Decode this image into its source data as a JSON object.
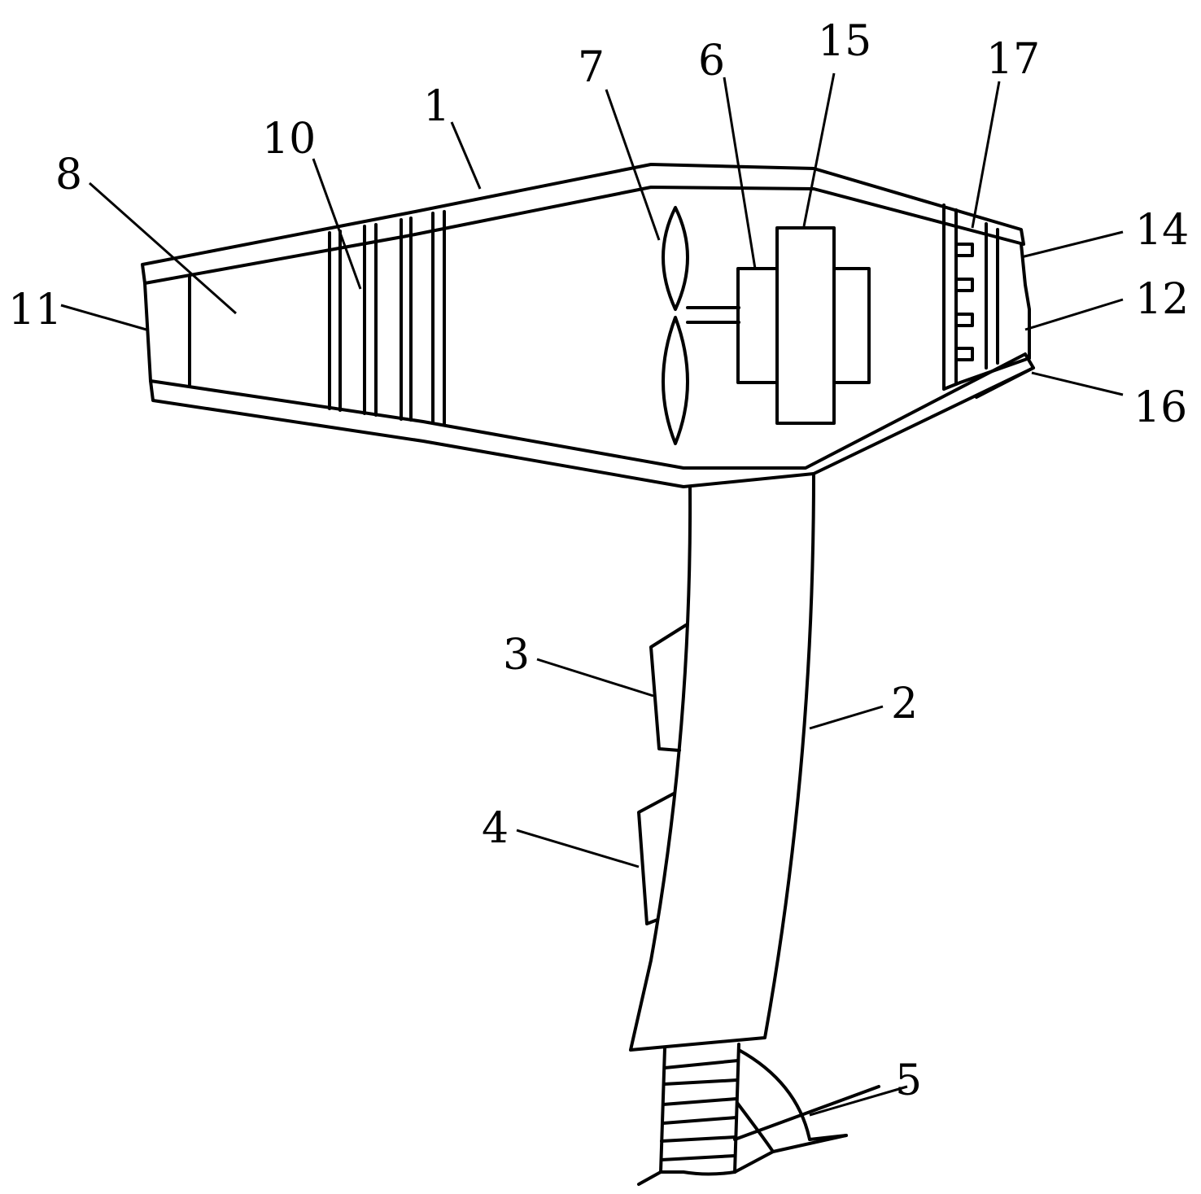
{
  "figure": {
    "labels": {
      "l1": "1",
      "l2": "2",
      "l3": "3",
      "l4": "4",
      "l5": "5",
      "l6": "6",
      "l7": "7",
      "l8": "8",
      "l10": "10",
      "l11": "11",
      "l12": "12",
      "l14": "14",
      "l15": "15",
      "l16": "16",
      "l17": "17"
    }
  }
}
